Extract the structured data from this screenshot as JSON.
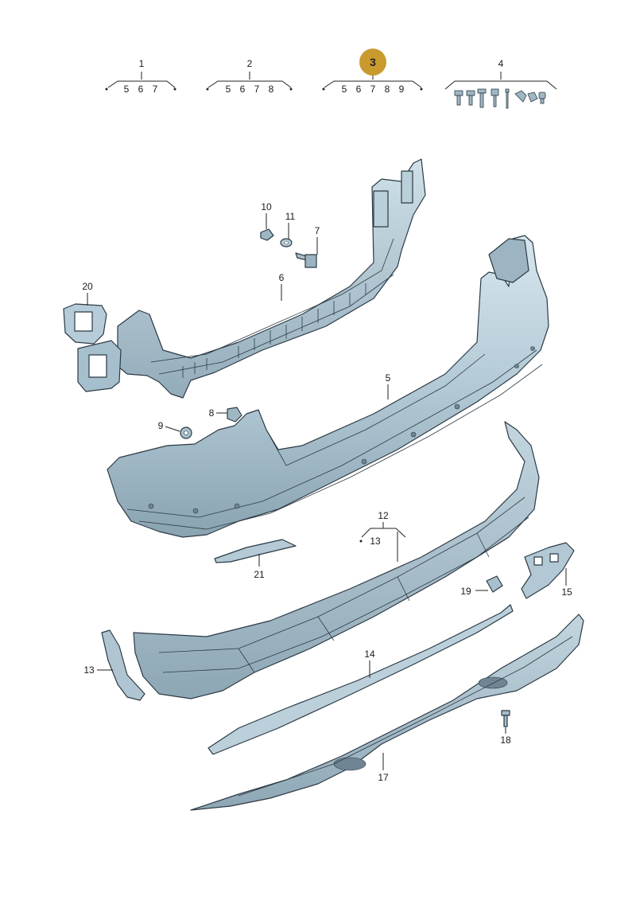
{
  "colors": {
    "part_fill_light": "#c9dbe4",
    "part_fill_mid": "#a9c3d0",
    "part_fill_dark": "#7d97a6",
    "outline": "#2c3a44",
    "badge": "#c99a2e"
  },
  "header_groups": [
    {
      "id": "1",
      "subs": [
        "5",
        "6",
        "7"
      ]
    },
    {
      "id": "2",
      "subs": [
        "5",
        "6",
        "7",
        "8"
      ]
    },
    {
      "id": "3",
      "subs": [
        "5",
        "6",
        "7",
        "8",
        "9"
      ],
      "highlighted": true
    },
    {
      "id": "4",
      "subs": []
    }
  ],
  "callouts": {
    "c5": "5",
    "c6": "6",
    "c7": "7",
    "c8": "8",
    "c9": "9",
    "c10": "10",
    "c11": "11",
    "c12": "12",
    "c12sub": "13",
    "c13": "13",
    "c14": "14",
    "c15": "15",
    "c17": "17",
    "c18": "18",
    "c19": "19",
    "c20": "20",
    "c21": "21"
  }
}
